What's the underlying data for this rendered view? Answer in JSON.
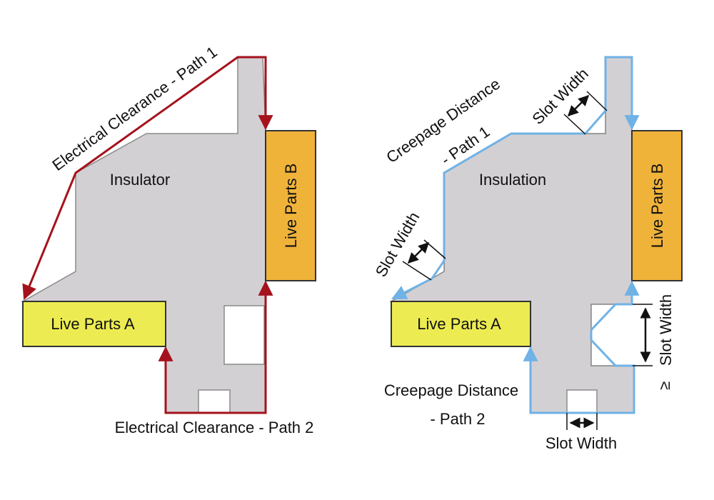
{
  "colors": {
    "insulator_fill": "#d3d0d4",
    "insulator_edge": "#8a8a8a",
    "clearance_path": "#a5121d",
    "creepage_path": "#6fb2e6",
    "live_a_fill": "#ecec52",
    "live_b_fill": "#f0b33a",
    "arrow_black": "#111111"
  },
  "left_diagram": {
    "insulator_label": "Insulator",
    "live_parts_a": "Live Parts A",
    "live_parts_b": "Live Parts B",
    "path1_label": "Electrical Clearance - Path 1",
    "path2_label": "Electrical Clearance - Path 2"
  },
  "right_diagram": {
    "insulation_label": "Insulation",
    "live_parts_a": "Live Parts A",
    "live_parts_b": "Live Parts B",
    "path1_label_line1": "Creepage Distance",
    "path1_label_line2": "- Path 1",
    "path2_label_line1": "Creepage Distance",
    "path2_label_line2": "- Path 2",
    "slot_width_top": "Slot Width",
    "slot_width_left": "Slot Width",
    "slot_width_right": "Slot Width",
    "slot_width_right_symbol": "≥",
    "slot_width_bottom": "Slot Width"
  }
}
